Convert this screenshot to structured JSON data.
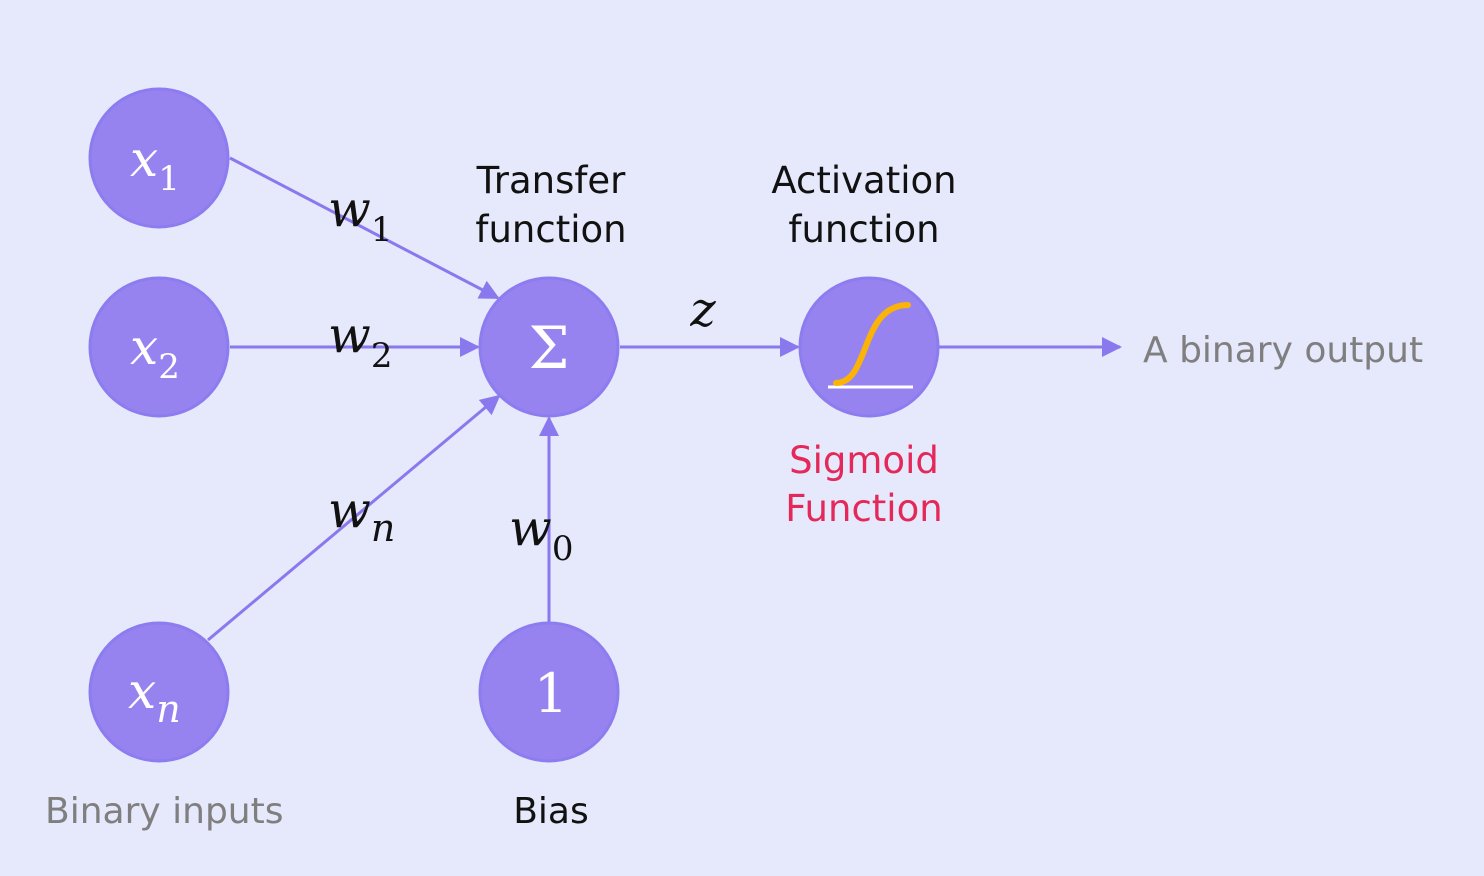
{
  "inputs": [
    {
      "var": "x",
      "sub": "1",
      "weight_var": "w",
      "weight_sub": "1"
    },
    {
      "var": "x",
      "sub": "2",
      "weight_var": "w",
      "weight_sub": "2"
    },
    {
      "var": "x",
      "sub": "n",
      "weight_var": "w",
      "weight_sub": "n"
    }
  ],
  "inputs_caption": "Binary inputs",
  "transfer": {
    "symbol": "Σ",
    "title_line1": "Transfer",
    "title_line2": "function"
  },
  "bias": {
    "value": "1",
    "weight_var": "w",
    "weight_sub": "0",
    "caption": "Bias"
  },
  "z_label": "z",
  "activation": {
    "title_line1": "Activation",
    "title_line2": "function",
    "name_line1": "Sigmoid",
    "name_line2": "Function"
  },
  "output_label": "A binary output",
  "colors": {
    "background": "#e6e8fb",
    "node_fill": "#9683f0",
    "node_stroke": "#8c7cf0",
    "edge": "#8a78ee",
    "sigmoid_curve": "#fbb308",
    "sigmoid_name": "#e5285a",
    "caption_gray": "#7f7f7f",
    "text_dark": "#111111"
  }
}
